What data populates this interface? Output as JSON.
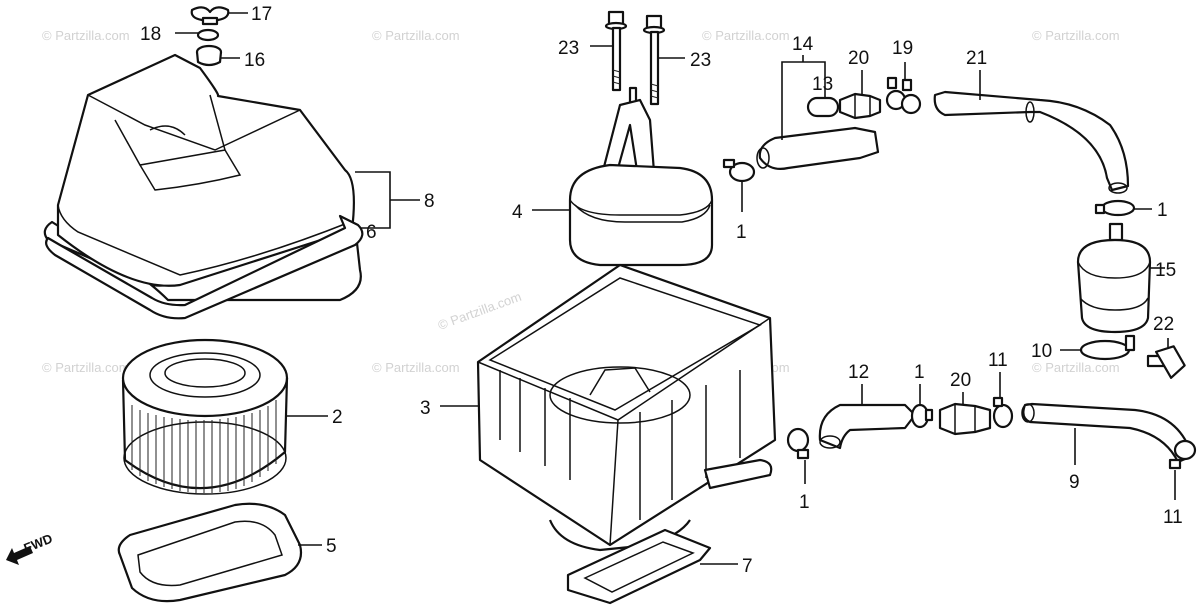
{
  "watermarks": [
    "© Partzilla.com",
    "© Partzilla.com",
    "© Partzilla.com",
    "© Partzilla.com",
    "© Partzilla.com",
    "© Partzilla.com",
    "© Partzilla.com",
    "© Partzilla.com",
    "© Partzilla.com"
  ],
  "fwd_label": "FWD",
  "callouts": {
    "c17": "17",
    "c18": "18",
    "c16": "16",
    "c8": "8",
    "c6": "6",
    "c2": "2",
    "c5": "5",
    "c23a": "23",
    "c23b": "23",
    "c4": "4",
    "c3": "3",
    "c7": "7",
    "c14": "14",
    "c13": "13",
    "c20a": "20",
    "c19": "19",
    "c21": "21",
    "c1a": "1",
    "c1b": "1",
    "c1c": "1",
    "c1d": "1",
    "c15": "15",
    "c22": "22",
    "c10": "10",
    "c11a": "11",
    "c11b": "11",
    "c12": "12",
    "c20b": "20",
    "c9": "9"
  }
}
